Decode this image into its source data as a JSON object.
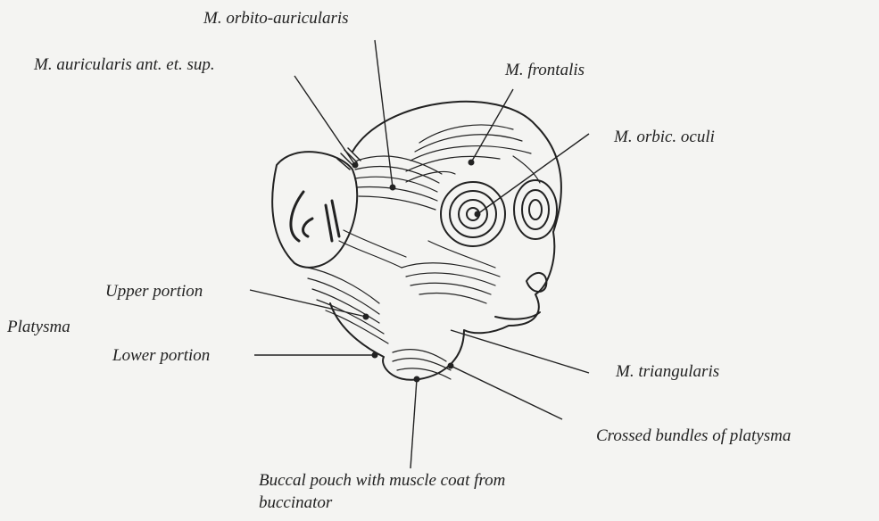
{
  "labels": {
    "orbito_auricularis": "M. orbito-auricularis",
    "auricularis": "M. auricularis ant. et. sup.",
    "frontalis": "M. frontalis",
    "orbic_oculi": "M. orbic. oculi",
    "upper_portion": "Upper portion",
    "platysma": "Platysma",
    "lower_portion": "Lower portion",
    "triangularis": "M. triangularis",
    "crossed_bundles": "Crossed bundles of platysma",
    "buccal_pouch_line1": "Buccal pouch with muscle coat from",
    "buccal_pouch_line2": "buccinator"
  },
  "colors": {
    "ink": "#222222",
    "paper": "#f4f4f2"
  }
}
